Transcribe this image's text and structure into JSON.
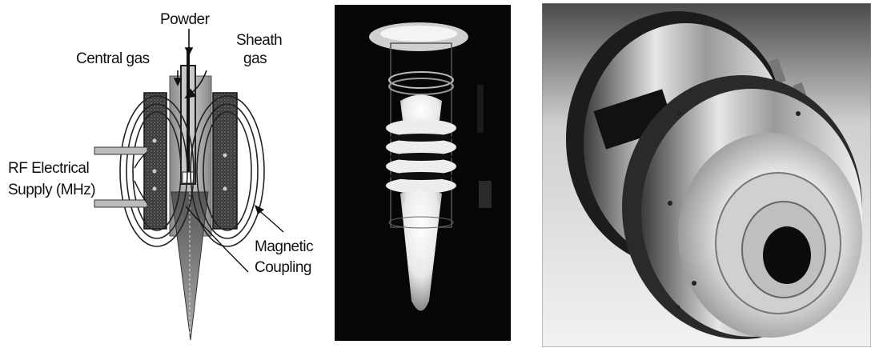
{
  "labels": {
    "powder": "Powder",
    "central_gas": "Central gas",
    "sheath_gas_line1": "Sheath",
    "sheath_gas_line2": "gas",
    "rf_supply_line1": "RF Electrical",
    "rf_supply_line2": "Supply (MHz)",
    "magnetic_line1": "Magnetic",
    "magnetic_line2": "Coupling"
  },
  "colors": {
    "coil_dark": "#2b2b2b",
    "tube_gray": "#9e9e9e",
    "plasma_gray": "#7a7a7a",
    "photo_bg": "#060606",
    "metal_light": "#dcdcdc"
  }
}
